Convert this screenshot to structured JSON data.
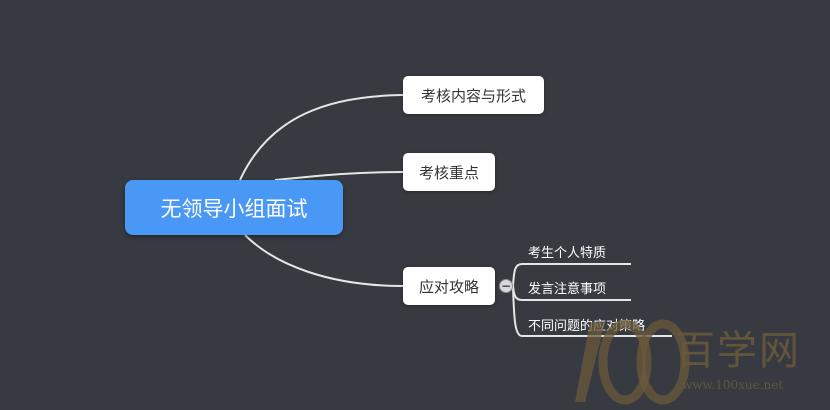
{
  "root": {
    "label": "无领导小组面试"
  },
  "branches": [
    {
      "label": "考核内容与形式"
    },
    {
      "label": "考核重点"
    },
    {
      "label": "应对攻略"
    }
  ],
  "leaves": [
    {
      "label": "考生个人特质"
    },
    {
      "label": "发言注意事项"
    },
    {
      "label": "不同问题的应对策略"
    }
  ],
  "collapse_toggle": {
    "symbol": "−",
    "icon": "minus-icon"
  },
  "watermark": {
    "brand": "百学网",
    "url": "www.100xue.net"
  },
  "colors": {
    "background": "#373a40",
    "root_fill": "#4a98f5",
    "connector": "#e6e6e6"
  }
}
